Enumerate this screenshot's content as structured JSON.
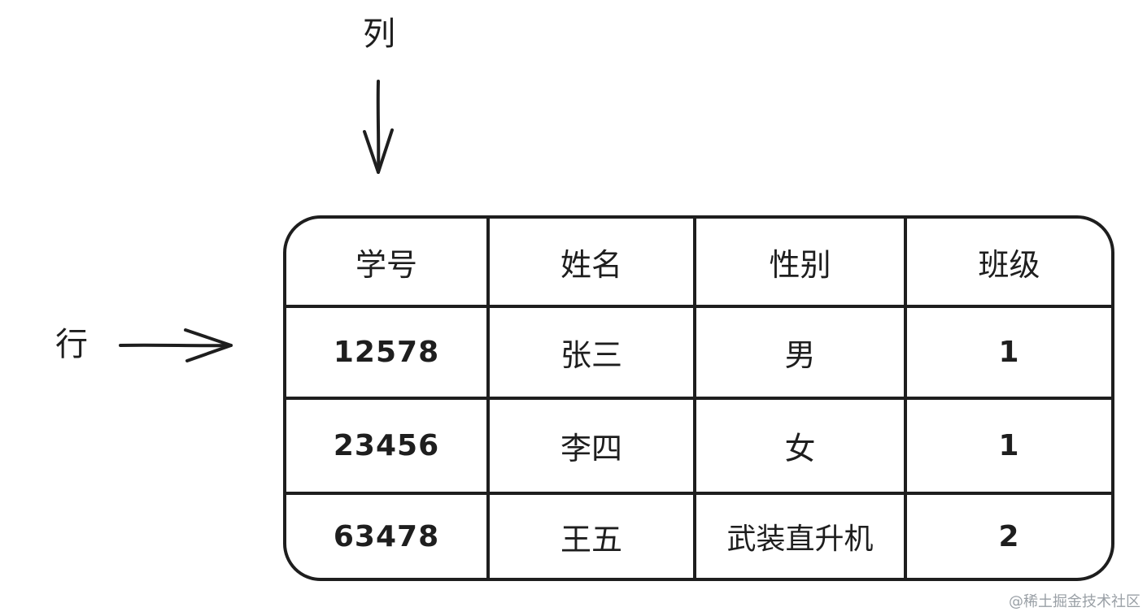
{
  "labels": {
    "column": "列",
    "row": "行"
  },
  "table": {
    "headers": [
      "学号",
      "姓名",
      "性别",
      "班级"
    ],
    "rows": [
      [
        "12578",
        "张三",
        "男",
        "1"
      ],
      [
        "23456",
        "李四",
        "女",
        "1"
      ],
      [
        "63478",
        "王五",
        "武装直升机",
        "2"
      ]
    ]
  },
  "watermark": "@稀土掘金技术社区",
  "colors": {
    "ink": "#1e1e1e",
    "watermark": "#9aa0a6",
    "background": "#ffffff"
  }
}
